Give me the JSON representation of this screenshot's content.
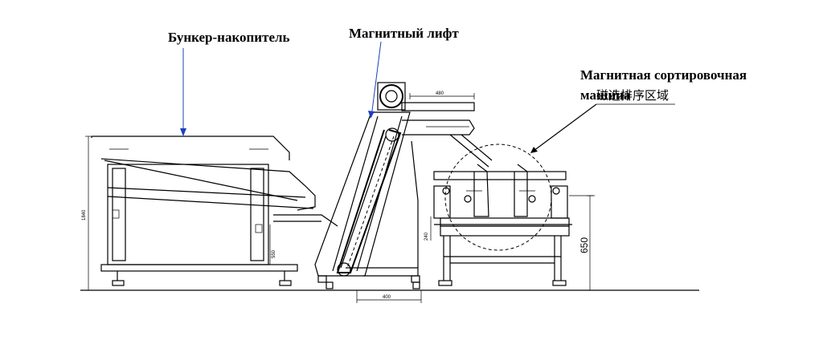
{
  "labels": {
    "hopper": "Бункер-накопитель",
    "lift": "Магнитный лифт",
    "sorter_line1": "Магнитная сортировочная",
    "sorter_line2": "машина",
    "sorter_overlay": "磁选排序区域"
  },
  "dimensions": {
    "overall_height": "1840",
    "sorter_height": "650",
    "lift_top_width": "480",
    "lift_base_width": "400",
    "chute_height": "550",
    "sorter_post": "240"
  },
  "colors": {
    "pointer": "#1f3fbf",
    "lines": "#000000"
  }
}
